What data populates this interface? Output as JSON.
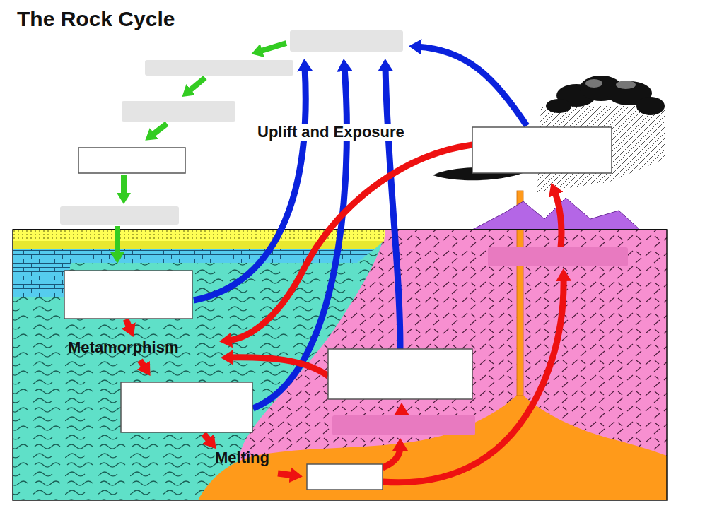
{
  "diagram": {
    "title": "The Rock Cycle",
    "labels": [
      "Uplift and Exposure",
      "Metamorphism",
      "Melting"
    ]
  }
}
